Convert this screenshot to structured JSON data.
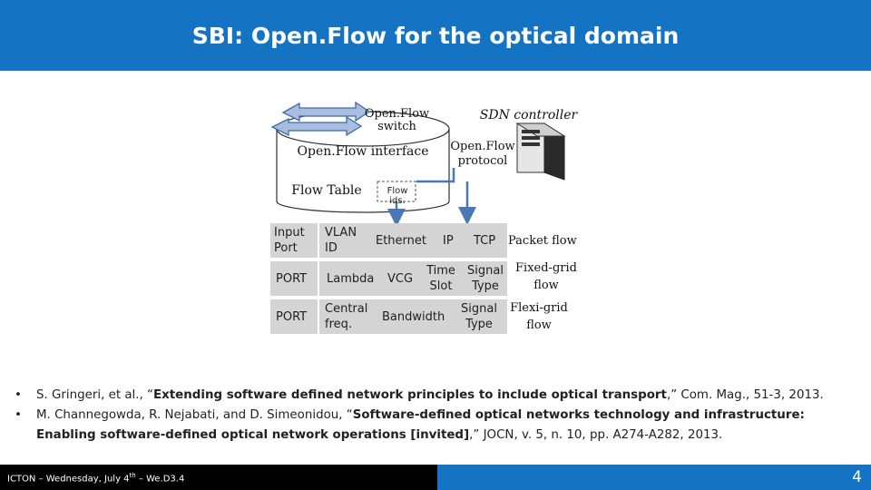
{
  "header": {
    "title": "SBI: Open.Flow for the optical domain"
  },
  "diagram": {
    "switch_label": [
      "Open.Flow",
      "switch"
    ],
    "interface_label": "Open.Flow interface",
    "flow_table_label": "Flow Table",
    "flow_ids_label": "Flow ids.",
    "controller_label": "SDN controller",
    "protocol_label": [
      "Open.Flow",
      "protocol"
    ],
    "rows": [
      {
        "cells": [
          [
            "Input",
            "Port"
          ],
          [
            "VLAN",
            "ID"
          ],
          [
            "Ethernet"
          ],
          [
            "IP"
          ],
          [
            "TCP"
          ]
        ],
        "flow": [
          "Packet flow"
        ]
      },
      {
        "cells": [
          [
            "PORT"
          ],
          [
            "Lambda"
          ],
          [
            "VCG"
          ],
          [
            "Time",
            "Slot"
          ],
          [
            "Signal",
            "Type"
          ]
        ],
        "flow": [
          "Fixed-grid",
          "flow"
        ]
      },
      {
        "cells": [
          [
            "PORT"
          ],
          [
            "Central",
            "freq."
          ],
          [
            "Bandwidth"
          ],
          [
            "Signal",
            "Type"
          ]
        ],
        "flow": [
          "Flexi-grid",
          "flow"
        ]
      }
    ],
    "colors": {
      "cell_fill": "#d4d4d4",
      "arrow": "#4a78b4",
      "title_bar": "#1573c3"
    }
  },
  "references": [
    {
      "authors": "S. Gringeri, et al., “",
      "title": "Extending software defined network principles to include optical transport",
      "tail": ",” Com. Mag., 51-3, 2013."
    },
    {
      "authors": "M. Channegowda, R. Nejabati, and D. Simeonidou, “",
      "title": "Software-defined optical networks technology and infrastructure: Enabling software-defined optical network operations [invited]",
      "tail": ",” JOCN, v. 5, n. 10, pp. A274-A282, 2013."
    }
  ],
  "footer": {
    "left_prefix": "ICTON – Wednesday, July 4",
    "left_sup": "th",
    "left_suffix": " – We.D3.4",
    "page_number": "4"
  }
}
